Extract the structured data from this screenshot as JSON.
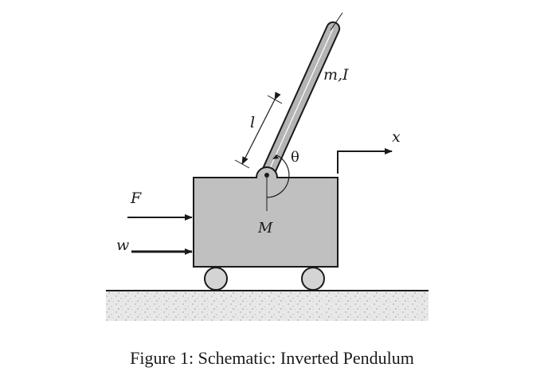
{
  "labels": {
    "pendulum_mass_inertia": "m,I",
    "length": "l",
    "angle": "θ",
    "position_axis": "x",
    "force": "F",
    "disturbance": "w",
    "cart_mass": "M"
  },
  "caption": "Figure 1: Schematic: Inverted Pendulum",
  "colors": {
    "cart_fill": "#c0c0c0",
    "rod_fill": "#b4b4b4",
    "ground_fill": "#e6e6e6",
    "wheel_fill": "#d4d4d4",
    "stroke": "#1a1a1a"
  }
}
